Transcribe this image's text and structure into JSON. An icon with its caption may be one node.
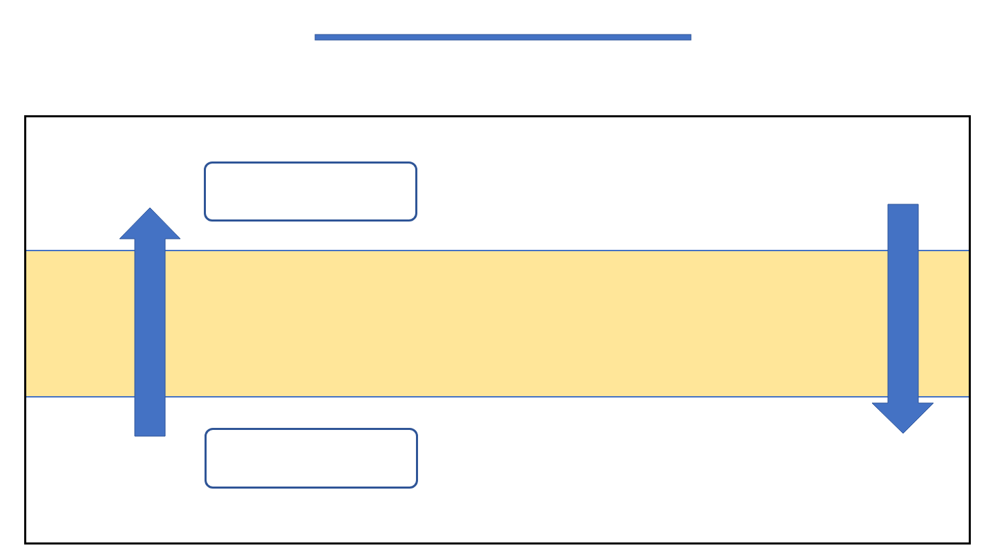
{
  "diagram": {
    "nodes": [
      {
        "text": [],
        "shape": "box"
      },
      {
        "text": [],
        "shape": "box",
        "in": 0
      },
      {
        "text": [],
        "shape": "band",
        "in": 0
      },
      {
        "text": [],
        "shape": "box",
        "in": 0
      }
    ]
  }
}
